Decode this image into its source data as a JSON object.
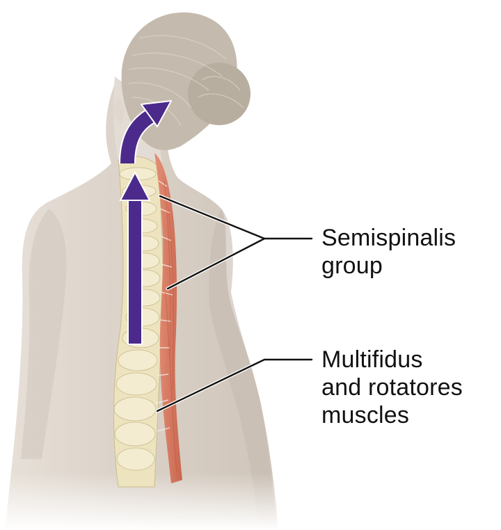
{
  "figure": {
    "subject": "Posterior view of female torso showing deep back muscles along the spine",
    "colors": {
      "background": "#ffffff",
      "skin": "#ddd5cc",
      "skin_shadow": "#c9bfb4",
      "hair": "#bdb3a6",
      "bone": "#efe6c4",
      "muscle": "#d9735a",
      "arrow": "#4b2a8c",
      "leader_line": "#111111"
    },
    "arrows": [
      {
        "name": "vertical-extension-arrow",
        "direction": "up",
        "meaning": "extension of vertebral column"
      },
      {
        "name": "curved-head-arrow",
        "direction": "up-and-back",
        "meaning": "extension of head"
      }
    ]
  },
  "labels": {
    "semispinalis": {
      "line1": "Semispinalis",
      "line2": "group"
    },
    "multifidus": {
      "line1": "Multifidus",
      "line2": "and rotatores",
      "line3": "muscles"
    }
  }
}
